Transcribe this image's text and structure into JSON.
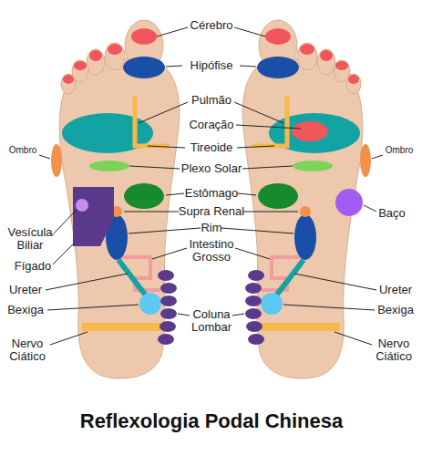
{
  "diagram": {
    "title": "Reflexologia Podal Chinesa",
    "labels": [
      "Cérebro",
      "Hipófise",
      "Pulmão",
      "Coração",
      "Ombro",
      "Tireoide",
      "Ombro",
      "Plexo Solar",
      "Estômago",
      "Baço",
      "Vesícula Biliar",
      "Supra Renal",
      "Rim",
      "Intestino Grosso",
      "Fígado",
      "Ureter",
      "Ureter",
      "Bexiga",
      "Coluna Lombar",
      "Bexiga",
      "Nervo Ciático",
      "Nervo Ciático"
    ]
  }
}
